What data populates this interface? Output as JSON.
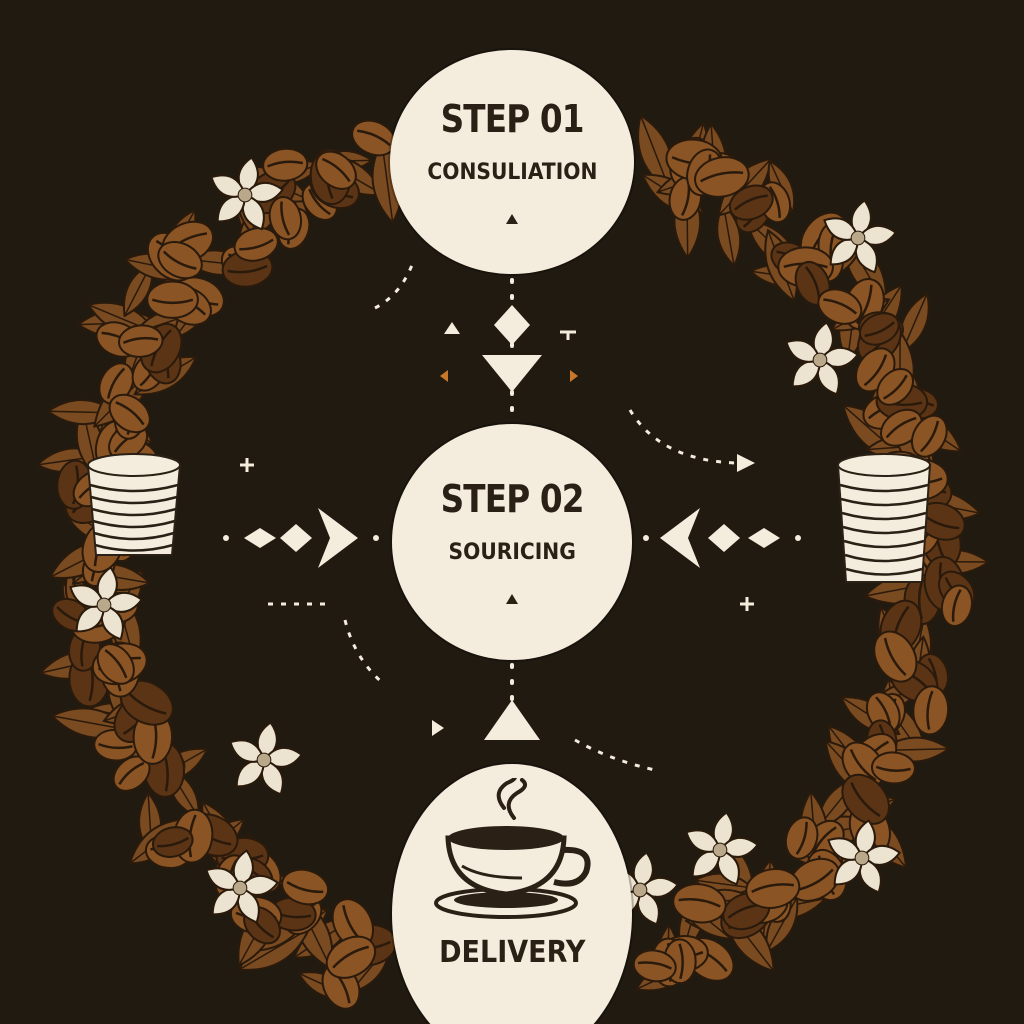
{
  "steps": [
    {
      "title": "STEP 01",
      "label": "CONSULIATION"
    },
    {
      "title": "STEP 02",
      "label": "SOURICING"
    },
    {
      "title": "",
      "label": "DELIVERY"
    }
  ],
  "icons": {
    "delivery": "coffee-cup-icon",
    "left_side": "stacked-cups-icon",
    "right_side": "stacked-cups-icon",
    "decor": [
      "coffee-bean-icon",
      "flower-icon",
      "arrow-icon",
      "plus-icon"
    ]
  },
  "colors": {
    "background": "#201a11",
    "circle": "#f4ecdc",
    "bean": "#8a5424",
    "bean_dark": "#5a3415",
    "flower": "#ece3d0",
    "ink": "#2a2015"
  }
}
